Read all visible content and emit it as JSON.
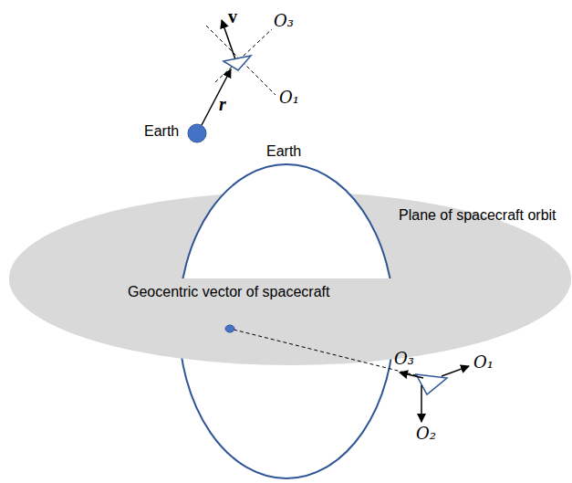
{
  "diagram": {
    "labels": [
      "v",
      "O₃",
      "Earth",
      "r",
      "O₁",
      "Earth",
      "Plane of spacecraft orbit",
      "Geocentric vector of spacecraft",
      "O₃",
      "O₁",
      "O₂"
    ]
  }
}
